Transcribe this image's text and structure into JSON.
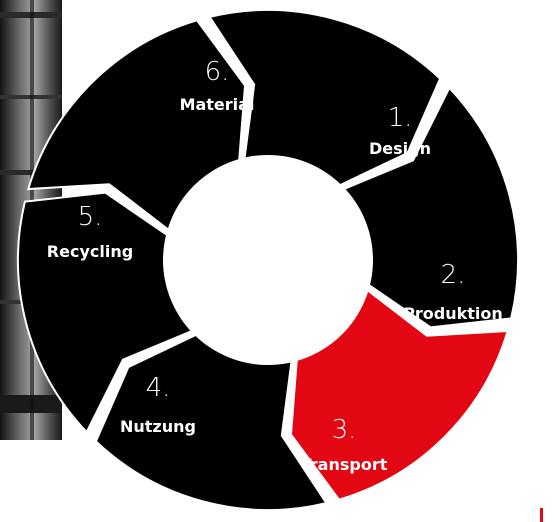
{
  "colors": {
    "segment": "#000000",
    "active_segment": "#e30613",
    "text": "#ffffff",
    "center": "#ffffff",
    "background": "#ffffff"
  },
  "cycle": {
    "active_step": 3,
    "steps": [
      {
        "number": "1.",
        "label": "Design"
      },
      {
        "number": "2.",
        "label": "Produktion"
      },
      {
        "number": "3.",
        "label": "Transport"
      },
      {
        "number": "4.",
        "label": "Nutzung"
      },
      {
        "number": "5.",
        "label": "Recycling"
      },
      {
        "number": "6.",
        "label": "Material"
      }
    ]
  }
}
